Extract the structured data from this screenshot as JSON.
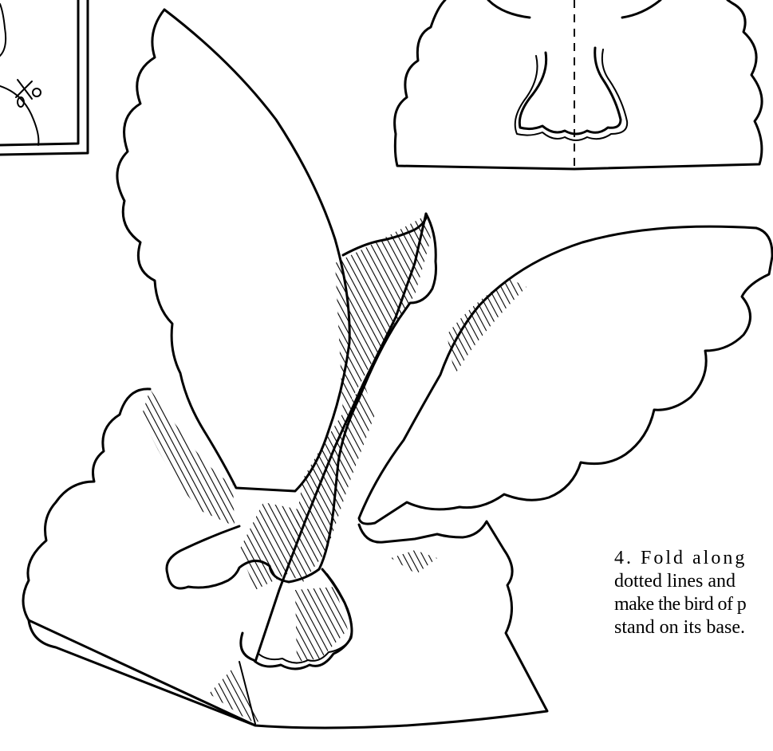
{
  "caption": {
    "lines": [
      "4. Fold along",
      "dotted lines and",
      "make the bird of p",
      "stand on its base."
    ]
  }
}
